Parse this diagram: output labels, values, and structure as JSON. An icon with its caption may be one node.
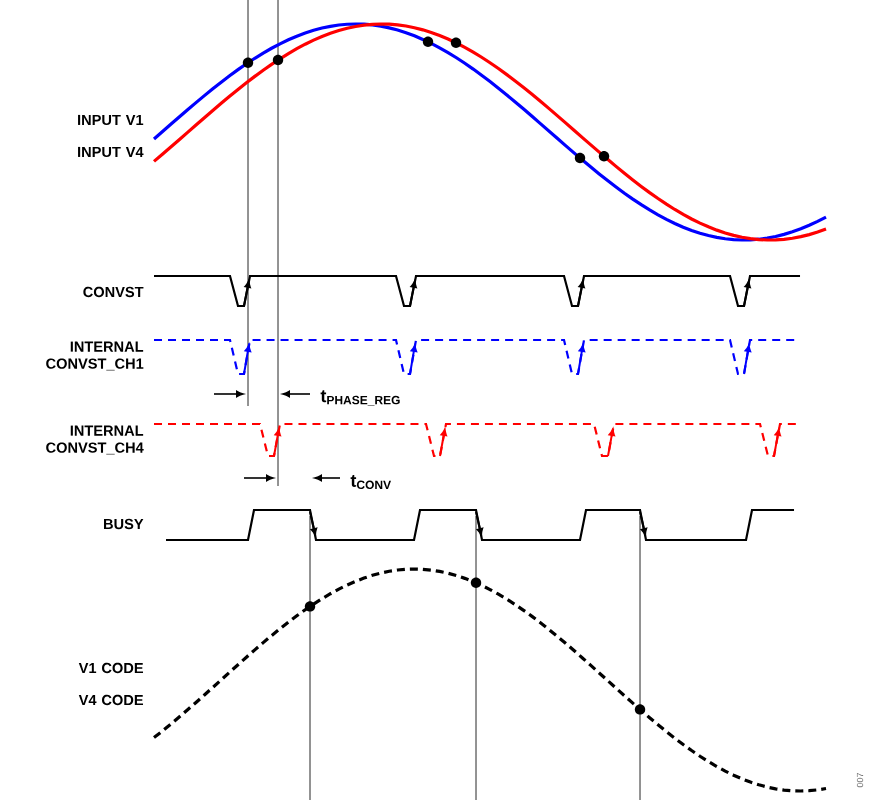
{
  "diagram": {
    "labels": [
      "INPUT V1",
      "INPUT V4",
      "CONVST",
      "INTERNAL CONVST_CH1",
      "t$_{PHASE_REG}$",
      "INTERNAL CONVST_CH4",
      "t$_{CONV}$",
      "BUSY",
      "V1 CODE",
      "V4 CODE",
      "007"
    ]
  }
}
